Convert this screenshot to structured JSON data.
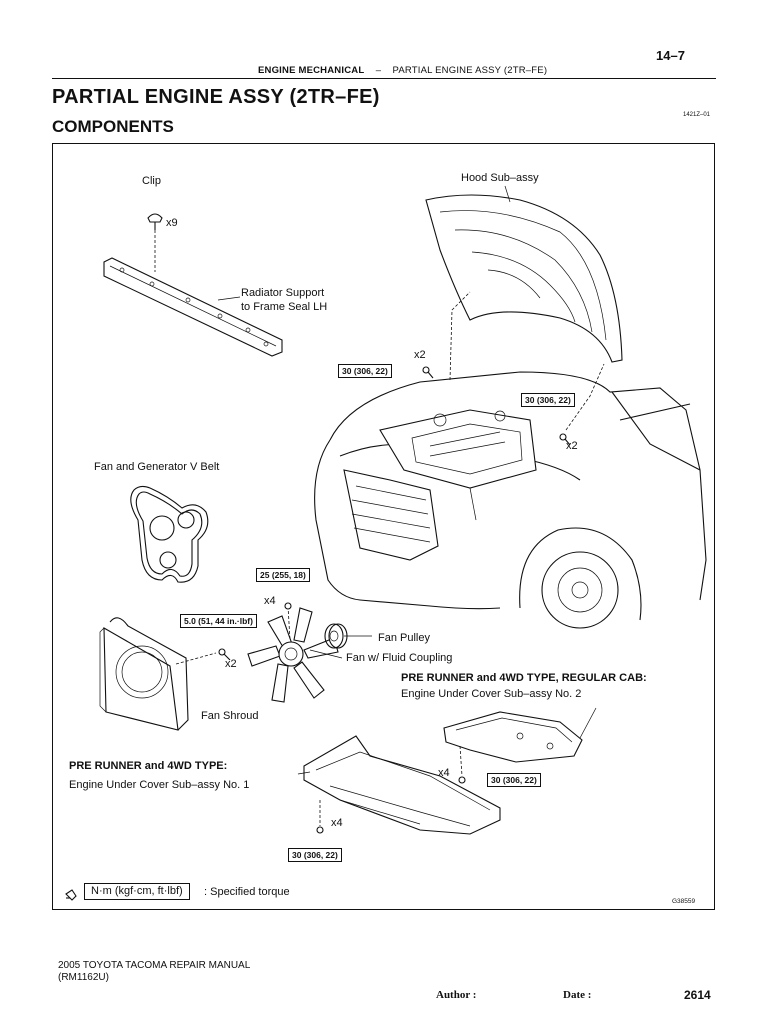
{
  "header": {
    "page_number": "14–7",
    "section": "ENGINE MECHANICAL",
    "separator": "–",
    "subsection": "PARTIAL ENGINE ASSY (2TR–FE)"
  },
  "title": "PARTIAL ENGINE ASSY (2TR–FE)",
  "subtitle": "COMPONENTS",
  "doc_code": "1421Z–01",
  "labels": {
    "clip": "Clip",
    "clip_qty": "x9",
    "hood": "Hood Sub–assy",
    "radiator_seal_line1": "Radiator Support",
    "radiator_seal_line2": "to Frame Seal LH",
    "hood_bolt_qty_left": "x2",
    "hood_bolt_qty_right": "x2",
    "v_belt": "Fan and Generator V Belt",
    "fan_bolt_qty": "x4",
    "shroud_bolt_qty": "x2",
    "fan_pulley": "Fan Pulley",
    "fan_coupling": "Fan w/ Fluid Coupling",
    "fan_shroud": "Fan Shroud",
    "cab_type_heading": "PRE RUNNER and 4WD TYPE, REGULAR CAB:",
    "under_cover_2": "Engine Under Cover Sub–assy No. 2",
    "type_heading": "PRE RUNNER and 4WD TYPE:",
    "under_cover_1": "Engine Under Cover Sub–assy No. 1",
    "cover2_bolt_qty": "x4",
    "cover1_bolt_qty": "x4"
  },
  "torques": {
    "hood_left": "30 (306, 22)",
    "hood_right": "30 (306, 22)",
    "fan_nut": "25 (255, 18)",
    "shroud_bolt": "5.0 (51, 44 in.·lbf)",
    "cover_2": "30 (306, 22)",
    "cover_1": "30 (306, 22)"
  },
  "legend": {
    "unit_box": "N·m (kgf·cm, ft·lbf)",
    "text": ": Specified torque"
  },
  "figure_code": "G38559",
  "footer": {
    "manual_line1": "2005 TOYOTA TACOMA REPAIR MANUAL",
    "manual_line2": "(RM1162U)",
    "author": "Author :",
    "date": "Date :",
    "page": "2614"
  }
}
